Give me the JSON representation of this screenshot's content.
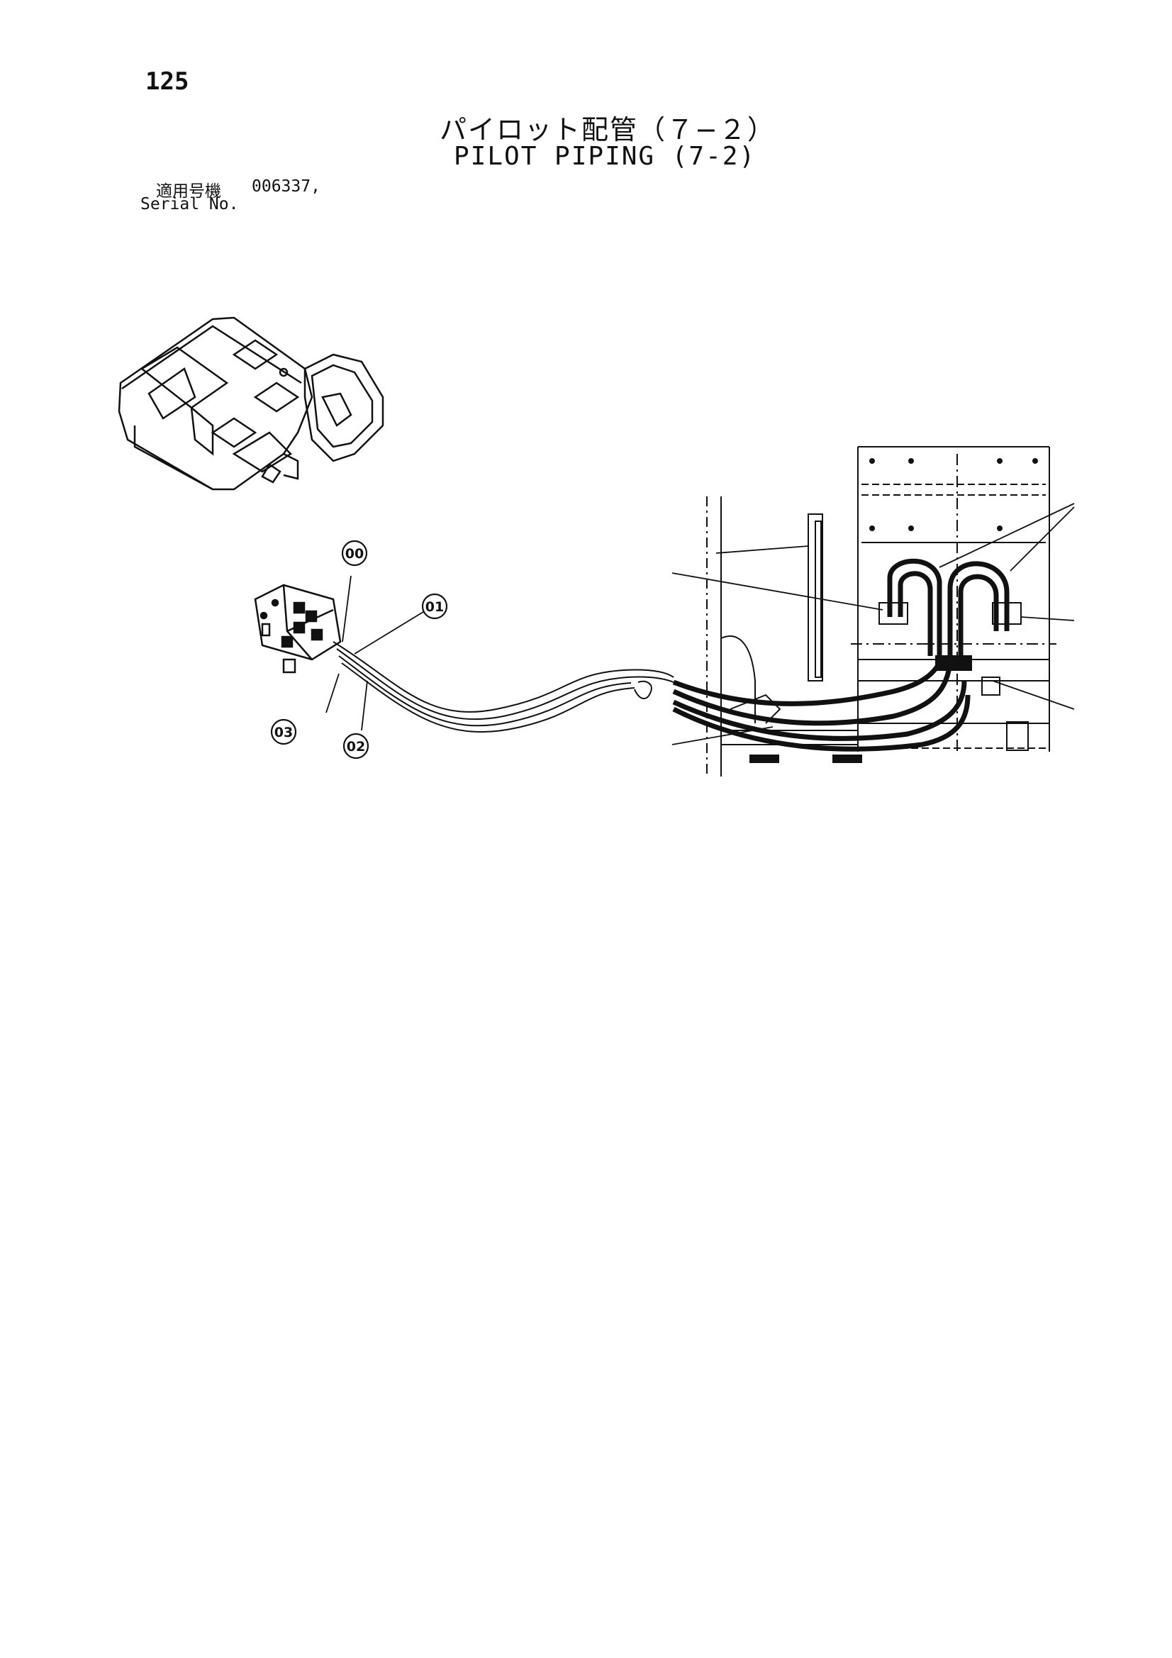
{
  "page": {
    "number": "125",
    "title_ja": "パイロット配管（７−２）",
    "title_en": "PILOT PIPING (7-2)",
    "serial_label_ja": "適用号機",
    "serial_value": "006337,",
    "serial_label_en": "Serial No."
  },
  "callouts": [
    {
      "id": "c00",
      "label": "00"
    },
    {
      "id": "c01",
      "label": "01"
    },
    {
      "id": "c02",
      "label": "02"
    },
    {
      "id": "c03",
      "label": "03"
    }
  ],
  "colors": {
    "ink": "#111111",
    "paper": "#ffffff"
  }
}
